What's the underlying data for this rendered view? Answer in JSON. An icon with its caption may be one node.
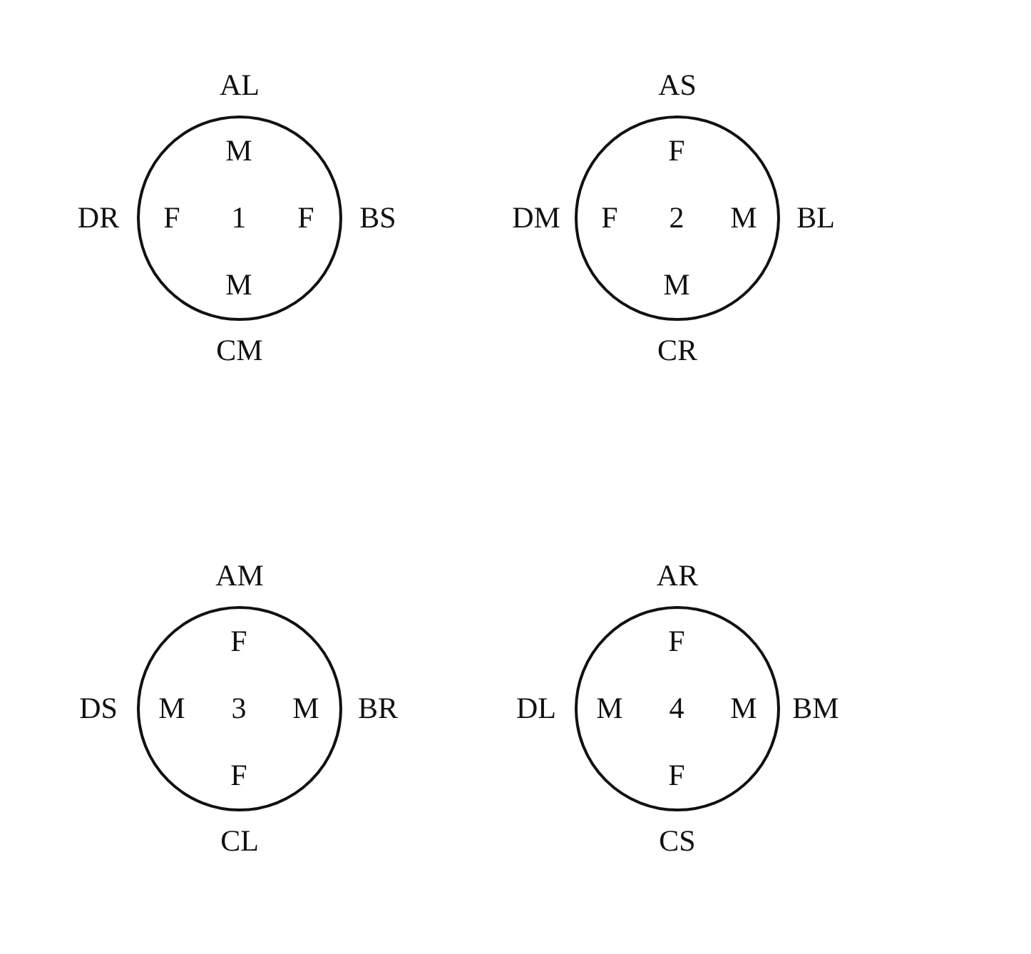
{
  "diagram": {
    "nodes": [
      {
        "text": [
          "M",
          "F",
          "1",
          "F",
          "M"
        ],
        "beside": [
          "AL",
          "DR",
          "BS",
          "CM"
        ]
      },
      {
        "text": [
          "F",
          "F",
          "2",
          "M",
          "M"
        ],
        "beside": [
          "AS",
          "DM",
          "BL",
          "CR"
        ]
      },
      {
        "text": [
          "F",
          "M",
          "3",
          "M",
          "F"
        ],
        "beside": [
          "AM",
          "DS",
          "BR",
          "CL"
        ]
      },
      {
        "text": [
          "F",
          "M",
          "4",
          "M",
          "F"
        ],
        "beside": [
          "AR",
          "DL",
          "BM",
          "CS"
        ]
      }
    ]
  }
}
